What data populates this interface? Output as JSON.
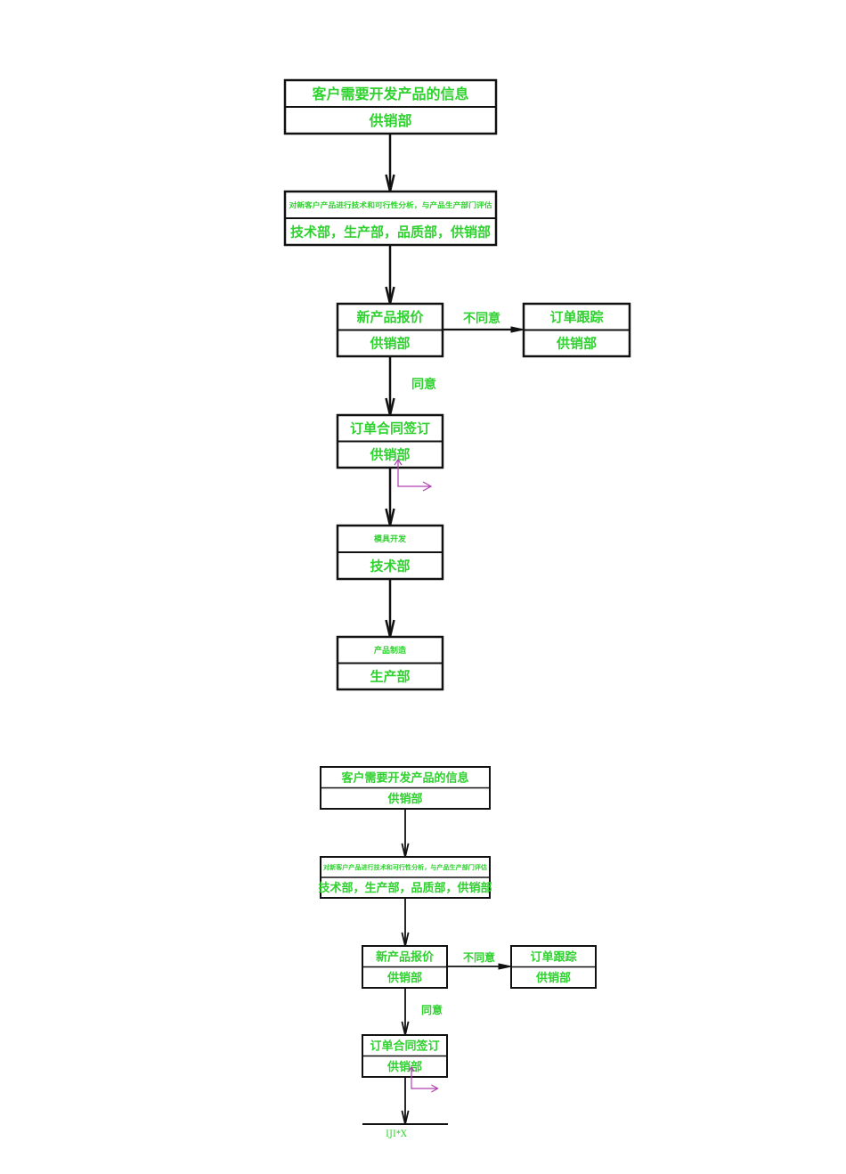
{
  "colors": {
    "box_text": "#2fd12f",
    "line": "#111111",
    "cursor": "#b040b0"
  },
  "diagrams": [
    {
      "boxes": [
        {
          "id": "a1",
          "top": "客户需要开发产品的信息",
          "bottom": "供销部"
        },
        {
          "id": "a2",
          "top": "对新客户产品进行技术和可行性分析，与产品生产部门评估",
          "bottom": "技术部，生产部，品质部，供销部"
        },
        {
          "id": "a3",
          "top": "新产品报价",
          "bottom": "供销部"
        },
        {
          "id": "a4",
          "top": "订单跟踪",
          "bottom": "供销部"
        },
        {
          "id": "a5",
          "top": "订单合同签订",
          "bottom": "供销部"
        },
        {
          "id": "a6",
          "top": "模具开发",
          "bottom": "技术部"
        },
        {
          "id": "a7",
          "top": "产品制造",
          "bottom": "生产部"
        }
      ],
      "edge_labels": {
        "disagree": "不同意",
        "agree": "同意"
      }
    },
    {
      "boxes": [
        {
          "id": "b1",
          "top": "客户需要开发产品的信息",
          "bottom": "供销部"
        },
        {
          "id": "b2",
          "top": "对新客户产品进行技术和可行性分析，与产品生产部门评估",
          "bottom": "技术部，生产部，品质部，供销部"
        },
        {
          "id": "b3",
          "top": "新产品报价",
          "bottom": "供销部"
        },
        {
          "id": "b4",
          "top": "订单跟踪",
          "bottom": "供销部"
        },
        {
          "id": "b5",
          "top": "订单合同签订",
          "bottom": "供销部"
        }
      ],
      "edge_labels": {
        "disagree": "不同意",
        "agree": "同意"
      },
      "footer_text": "IJI*X"
    }
  ]
}
